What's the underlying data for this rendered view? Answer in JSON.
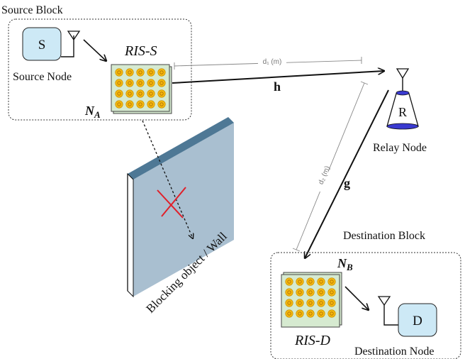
{
  "blocks": {
    "source_block_label": "Source Block",
    "destination_block_label": "Destination Block"
  },
  "nodes": {
    "source_letter": "S",
    "source_label": "Source Node",
    "relay_letter": "R",
    "relay_label": "Relay Node",
    "destination_letter": "D",
    "destination_label": "Destination Node"
  },
  "ris": {
    "source_label": "RIS-S",
    "destination_label": "RIS-D",
    "na_main": "N",
    "na_sub": "A",
    "nb_main": "N",
    "nb_sub": "B"
  },
  "channels": {
    "h_label": "h",
    "g_label": "g",
    "d1_label": "d₁ (m)",
    "d2_label": "d₂ (m)"
  },
  "obstacle": {
    "label": "Blocking object / Wall"
  },
  "colors": {
    "node_box_fill": "#cde9f6",
    "ris_element_fill": "#f2b80f",
    "ris_panel_fill": "#d6ead0",
    "wall_face": "#a9bfd0",
    "wall_top": "#4e7895",
    "block_x": "#e0202a",
    "relay_cap": "#3a3ad0"
  }
}
